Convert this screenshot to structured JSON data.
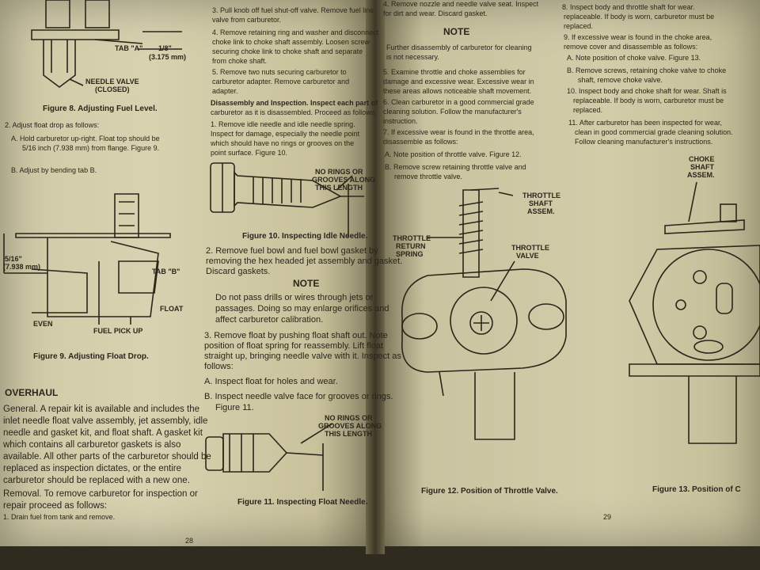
{
  "left_page": {
    "page_number": "28",
    "col1": {
      "tab_a_label": "TAB \"A\"",
      "dim_a_label": "1/8\"",
      "dim_a_mm": "(3.175 mm)",
      "needle_valve_label": "NEEDLE VALVE",
      "needle_valve_state": "(CLOSED)",
      "figure8_caption": "Figure 8. Adjusting Fuel Level.",
      "step2": "2. Adjust float drop as follows:",
      "stepA_1": "A. Hold carburetor up-right. Float top should be",
      "stepA_2": "5/16 inch (7.938 mm) from flange. Figure 9.",
      "stepB": "B. Adjust by bending tab B.",
      "dim_b_label": "5/16\"",
      "dim_b_mm": "(7.938 mm)",
      "tab_b_label": "TAB \"B\"",
      "float_label": "FLOAT",
      "even_label": "EVEN",
      "pickup_label": "FUEL PICK UP",
      "figure9_caption": "Figure 9. Adjusting Float Drop.",
      "overhaul_heading": "OVERHAUL",
      "general_1": "General. A repair kit is available and includes the",
      "general_2": "inlet needle float valve assembly, jet assembly, idle",
      "general_3": "needle and gasket kit, and float shaft. A gasket kit",
      "general_4": "which contains all carburetor gaskets is also",
      "general_5": "available. All other parts of the carburetor should be",
      "general_6": "replaced as inspection dictates, or the entire",
      "general_7": "carburetor should be replaced with a new one.",
      "removal_1": "Removal. To remove carburetor for inspection or",
      "removal_2": "repair proceed as follows:",
      "removal_3": "1. Drain fuel from tank and remove."
    },
    "col2": {
      "s3_1": "3. Pull knob off fuel shut-off valve. Remove fuel line",
      "s3_2": "valve from carburetor.",
      "s4_1": "4. Remove retaining ring and washer and disconnect",
      "s4_2": "choke link to choke shaft assembly. Loosen screw",
      "s4_3": "securing choke link to choke shaft and separate",
      "s4_4": "from choke shaft.",
      "s5_1": "5. Remove two nuts securing carburetor to",
      "s5_2": "carburetor adapter. Remove carburetor and",
      "s5_3": "adapter.",
      "dis_1": "Disassembly and Inspection. Inspect each part of",
      "dis_2": "carburetor as it is disassembled. Proceed as follows:",
      "d1_1": "1. Remove idle needle and idle needle spring.",
      "d1_2": "Inspect for damage, especially the needle point",
      "d1_3": "which should have no rings or grooves on the",
      "d1_4": "point surface. Figure 10.",
      "fig10_callout_1": "NO RINGS OR",
      "fig10_callout_2": "GROOVES ALONG",
      "fig10_callout_3": "THIS LENGTH",
      "figure10_caption": "Figure 10. Inspecting Idle Needle.",
      "d2_1": "2. Remove fuel bowl and fuel bowl gasket by",
      "d2_2": "removing the hex headed jet assembly and gasket.",
      "d2_3": "Discard gaskets.",
      "note_heading": "NOTE",
      "note_1": "Do not pass drills or wires through jets or",
      "note_2": "passages. Doing so may enlarge orifices and",
      "note_3": "affect carburetor calibration.",
      "d3_1": "3. Remove float by pushing float shaft out. Note",
      "d3_2": "position of float spring for reassembly. Lift float",
      "d3_3": "straight up, bringing needle valve with it. Inspect as",
      "d3_4": "follows:",
      "d3A": "A. Inspect float for holes and wear.",
      "d3B_1": "B. Inspect needle valve face for grooves or rings.",
      "d3B_2": "Figure 11.",
      "fig11_callout_1": "NO RINGS OR",
      "fig11_callout_2": "GROOVES ALONG",
      "fig11_callout_3": "THIS LENGTH",
      "figure11_caption": "Figure 11. Inspecting Float Needle."
    }
  },
  "right_page": {
    "page_number": "29",
    "col1": {
      "s4_1": "4. Remove nozzle and needle valve seat. Inspect",
      "s4_2": "for dirt and wear. Discard gasket.",
      "note_heading": "NOTE",
      "note_1": "Further disassembly of carburetor for cleaning",
      "note_2": "is not necessary.",
      "s5_1": "5. Examine throttle and choke assemblies for",
      "s5_2": "damage and excessive wear. Excessive wear in",
      "s5_3": "these areas allows noticeable shaft movement.",
      "s6_1": "6. Clean carburetor in a good commercial grade",
      "s6_2": "cleaning solution. Follow the manufacturer's",
      "s6_3": "instruction.",
      "s7_1": "7. If excessive wear is found in the throttle area,",
      "s7_2": "disassemble as follows:",
      "s7A": "A. Note position of throttle valve. Figure 12.",
      "s7B_1": "B. Remove screw retaining throttle valve and",
      "s7B_2": "remove throttle valve.",
      "throttle_shaft_1": "THROTTLE",
      "throttle_shaft_2": "SHAFT",
      "throttle_shaft_3": "ASSEM.",
      "return_spring_1": "THROTTLE",
      "return_spring_2": "RETURN",
      "return_spring_3": "SPRING",
      "throttle_valve_1": "THROTTLE",
      "throttle_valve_2": "VALVE",
      "figure12_caption": "Figure 12. Position of Throttle Valve."
    },
    "col2": {
      "s8_1": "8. Inspect body and throttle shaft for wear.",
      "s8_2": "replaceable. If body is worn, carburetor must be",
      "s8_3": "replaced.",
      "s9_1": "9. If excessive wear is found in the choke area,",
      "s9_2": "remove cover and disassemble as follows:",
      "s9A": "A. Note position of choke valve. Figure 13.",
      "s9B_1": "B. Remove screws, retaining choke valve to choke",
      "s9B_2": "shaft, remove choke valve.",
      "s10_1": "10. Inspect body and choke shaft for wear. Shaft is",
      "s10_2": "replaceable. If body is worn, carburetor must be",
      "s10_3": "replaced.",
      "s11_1": "11. After carburetor has been inspected for wear,",
      "s11_2": "clean in good commercial grade cleaning solution.",
      "s11_3": "Follow cleaning manufacturer's instructions.",
      "choke_shaft_1": "CHOKE",
      "choke_shaft_2": "SHAFT",
      "choke_shaft_3": "ASSEM.",
      "figure13_caption": "Figure 13. Position of C"
    }
  }
}
